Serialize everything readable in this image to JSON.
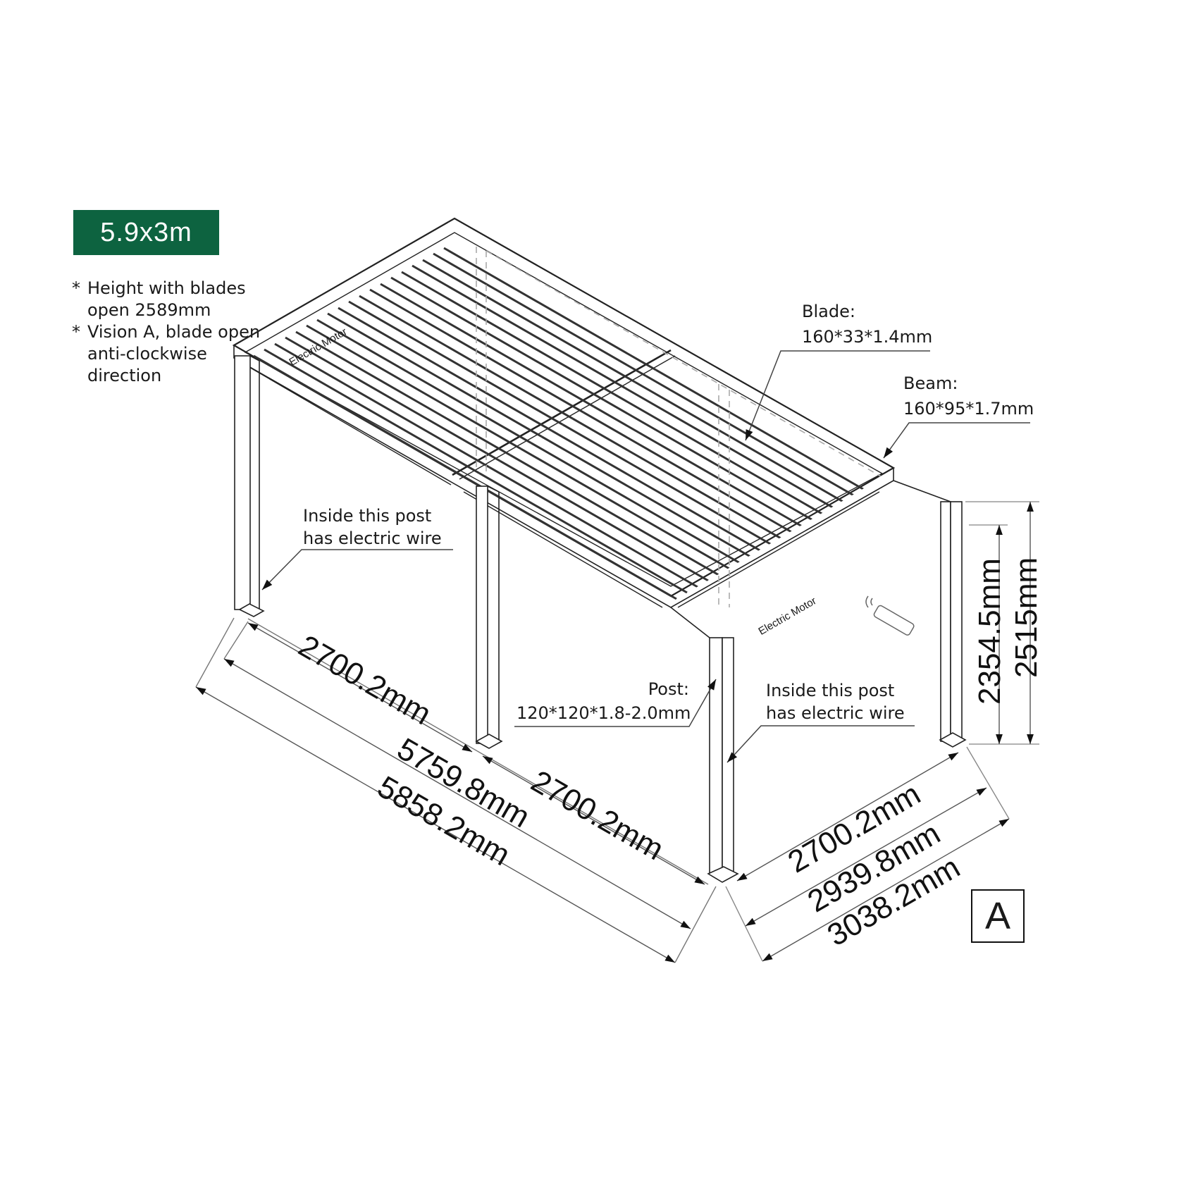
{
  "badge": {
    "label": "5.9x3m",
    "color": "#0d6340"
  },
  "notes": [
    {
      "bullet": "*",
      "text": "Height with blades\nopen 2589mm"
    },
    {
      "bullet": "*",
      "text": "Vision A, blade open\nanti-clockwise\ndirection"
    }
  ],
  "callouts": {
    "blade": {
      "title": "Blade:",
      "spec": "160*33*1.4mm"
    },
    "beam": {
      "title": "Beam:",
      "spec": "160*95*1.7mm"
    },
    "post": {
      "title": "Post:",
      "spec": "120*120*1.8-2.0mm"
    },
    "wire_left": {
      "line1": "Inside this post",
      "line2": "has electric wire"
    },
    "wire_front": {
      "line1": "Inside this post",
      "line2": "has electric wire"
    }
  },
  "motor_labels": {
    "back": "Electric Motor",
    "front": "Electric Motor"
  },
  "dimensions": {
    "length_bay_1": "2700.2mm",
    "length_bay_2": "2700.2mm",
    "length_inner": "5759.8mm",
    "length_outer": "5858.2mm",
    "width_bay": "2700.2mm",
    "width_inner": "2939.8mm",
    "width_outer": "3038.2mm",
    "height_clear": "2354.5mm",
    "height_total": "2515mm"
  },
  "icons": {
    "remote": "remote-control-icon",
    "wireless": "wireless-signal-icon"
  },
  "vision_tag": "A"
}
